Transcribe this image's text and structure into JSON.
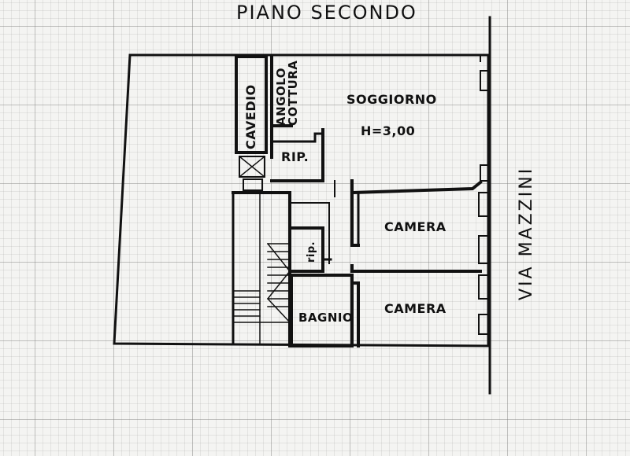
{
  "plan": {
    "title": "PIANO SECONDO",
    "rooms": {
      "cavedio": "CAVEDIO",
      "angolo_line1": "ANGOLO",
      "angolo_line2": "COTTURA",
      "soggiorno": "SOGGIORNO",
      "height": "H=3,00",
      "rip_upper": "RIP.",
      "rip_lower": "rip.",
      "camera_upper": "CAMERA",
      "camera_lower": "CAMERA",
      "bagnio": "BAGNIO"
    },
    "street": "VIA  MAZZINI",
    "colors": {
      "ink": "#111111",
      "paper": "#f4f4f2",
      "grid": "#8a8a8a"
    }
  }
}
